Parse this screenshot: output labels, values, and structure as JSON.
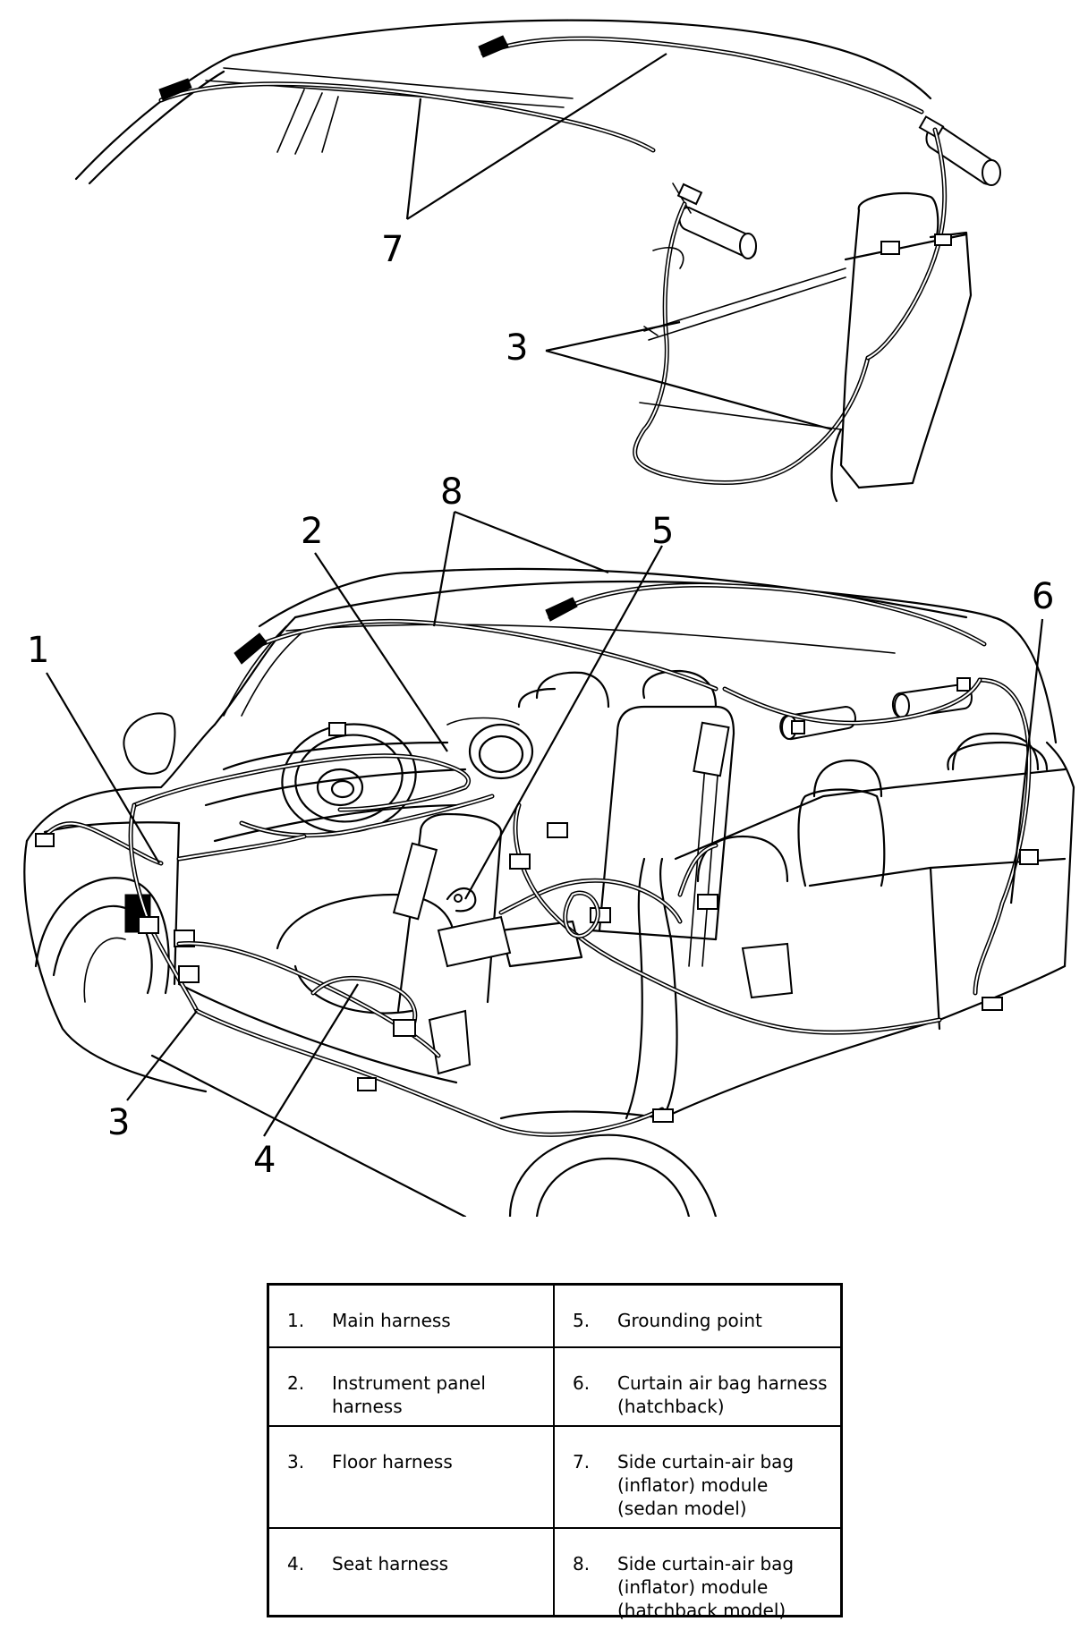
{
  "callouts": [
    {
      "id": "1",
      "label": "1"
    },
    {
      "id": "2",
      "label": "2"
    },
    {
      "id": "3a",
      "label": "3"
    },
    {
      "id": "3b",
      "label": "3"
    },
    {
      "id": "4",
      "label": "4"
    },
    {
      "id": "5",
      "label": "5"
    },
    {
      "id": "6",
      "label": "6"
    },
    {
      "id": "7",
      "label": "7"
    },
    {
      "id": "8",
      "label": "8"
    }
  ],
  "legend": [
    {
      "num": "1.",
      "text": "Main harness"
    },
    {
      "num": "5.",
      "text": "Grounding point"
    },
    {
      "num": "2.",
      "text": "Instrument panel harness"
    },
    {
      "num": "6.",
      "text": "Curtain air bag harness (hatchback)"
    },
    {
      "num": "3.",
      "text": "Floor harness"
    },
    {
      "num": "7.",
      "text": "Side curtain-air bag (inflator) module (sedan model)"
    },
    {
      "num": "4.",
      "text": "Seat harness"
    },
    {
      "num": "8.",
      "text": "Side curtain-air bag (inflator) module (hatchback model)"
    }
  ]
}
